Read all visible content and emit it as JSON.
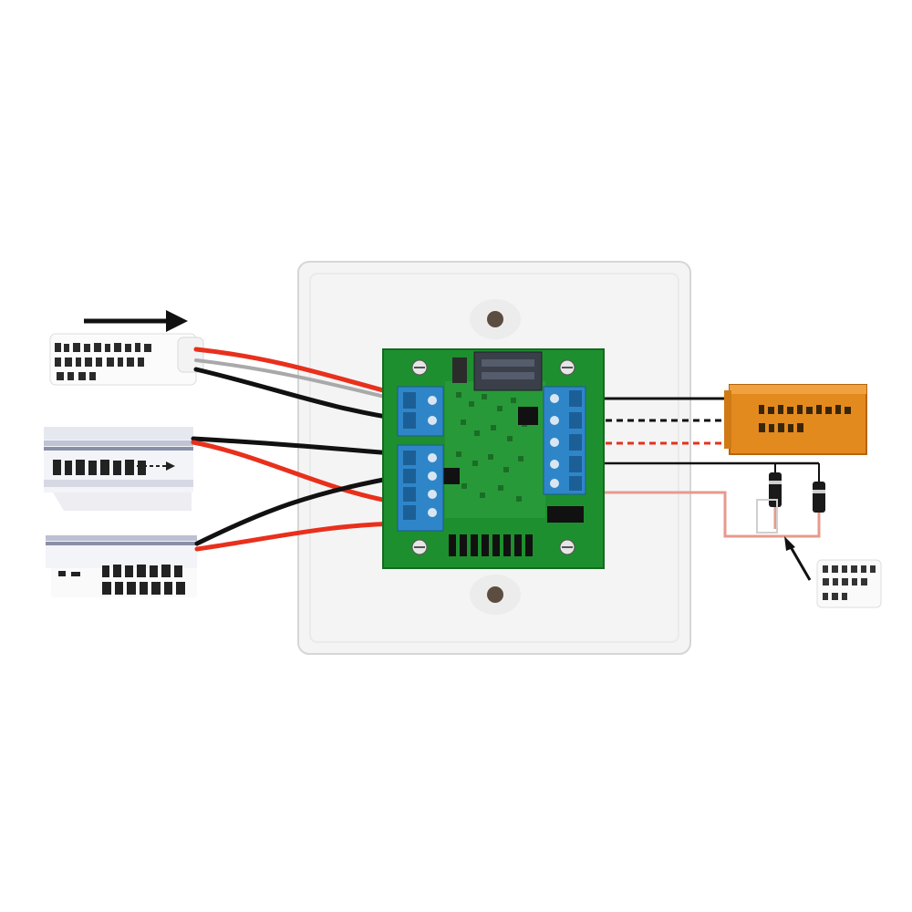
{
  "diagram": {
    "components": [
      {
        "id": "mount-plate",
        "kind": "white wall plate"
      },
      {
        "id": "control-board",
        "kind": "green circuit board with relay and blue terminal blocks"
      },
      {
        "id": "top-left-device",
        "kind": "white device, label illegible"
      },
      {
        "id": "middle-left-device",
        "kind": "silver device, label illegible"
      },
      {
        "id": "bottom-left-device",
        "kind": "silver device, label illegible"
      },
      {
        "id": "orange-module",
        "kind": "orange module, label illegible"
      },
      {
        "id": "right-device",
        "kind": "small white device, label illegible"
      },
      {
        "id": "diode-pair",
        "kind": "two diodes"
      }
    ],
    "wire_colors": {
      "positive": "#e8301c",
      "negative": "#111111",
      "gray": "#9a9a9a",
      "pink_loop": "#e79a8c",
      "board_green": "#1e8f2e",
      "terminal_blue": "#2e86c9",
      "module_orange": "#e38a1f"
    }
  }
}
